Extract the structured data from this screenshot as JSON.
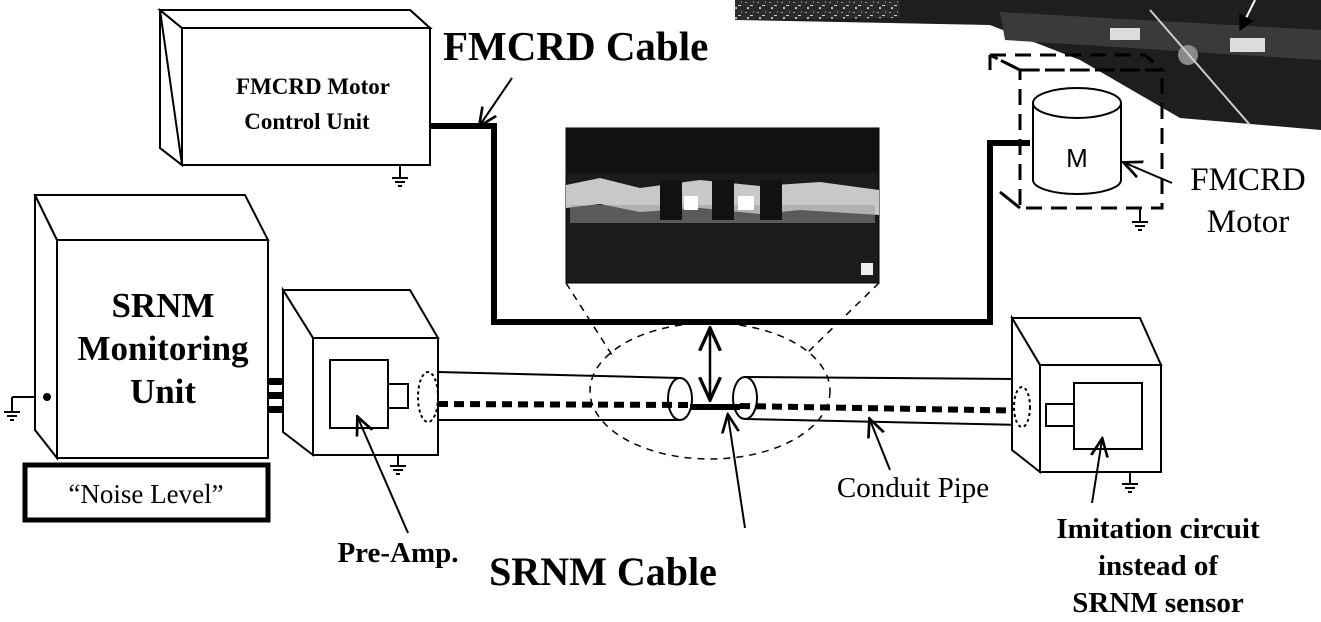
{
  "labels": {
    "fmcrd_cable": "FMCRD Cable",
    "control_unit_line1": "FMCRD Motor",
    "control_unit_line2": "Control Unit",
    "motor_letter": "M",
    "fmcrd_motor_line1": "FMCRD",
    "fmcrd_motor_line2": "Motor",
    "srnm_unit_line1": "SRNM",
    "srnm_unit_line2": "Monitoring",
    "srnm_unit_line3": "Unit",
    "noise_level": "“Noise Level”",
    "pre_amp": "Pre-Amp.",
    "srnm_cable": "SRNM Cable",
    "conduit_pipe": "Conduit Pipe",
    "imitation_line1": "Imitation circuit",
    "imitation_line2": "instead of",
    "imitation_line3": "SRNM sensor"
  },
  "colors": {
    "line": "#000000",
    "photo_dark": "#1b1b1b",
    "box_fill": "#ffffff"
  }
}
